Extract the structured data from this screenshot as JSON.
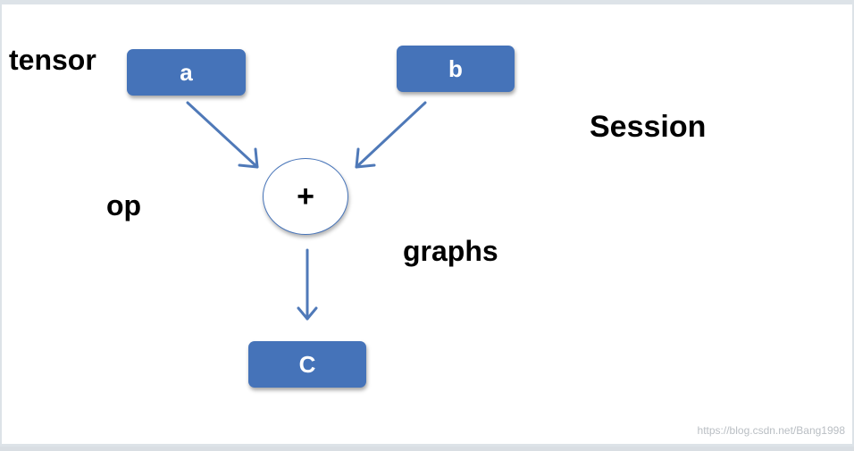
{
  "labels": {
    "tensor": "tensor",
    "op": "op",
    "graphs": "graphs",
    "session": "Session"
  },
  "nodes": {
    "a": "a",
    "b": "b",
    "op": "+",
    "c": "C"
  },
  "watermark": "https://blog.csdn.net/Bang1998",
  "colors": {
    "node_fill": "#4573b9",
    "arrow": "#4f79b8",
    "text": "#000000"
  }
}
